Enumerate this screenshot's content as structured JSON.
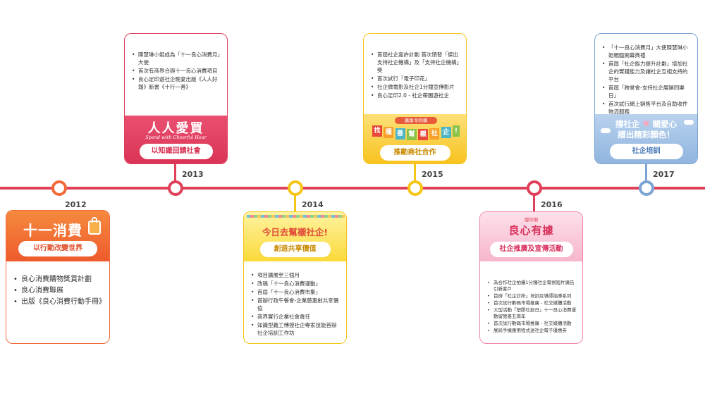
{
  "entries": [
    {
      "year": "2012",
      "logo": "十一消費",
      "subtitle": "以行動改變世界",
      "items": [
        "良心消費購物獎賞計劃",
        "良心消費聯展",
        "出版《良心消費行動手冊》"
      ],
      "color": "#f26a3a"
    },
    {
      "year": "2013",
      "logo": "人人愛買",
      "logo_sub": "Spend with Cheerful Hear",
      "subtitle": "以知識回饋社會",
      "items": [
        "陳慧琳小姐成為「十一良心消費月」大使",
        "首次有商界合辦十一良心消費項目",
        "良心足印遊社企晚宴出版《人人好報》新書《十行一善》"
      ],
      "color": "#e0405a"
    },
    {
      "year": "2014",
      "logo": "今日去幫襯社企!",
      "subtitle": "創造共享價值",
      "items": [
        "項目擴展至三個月",
        "改稱「十一良心消費運動」",
        "首屆「十一良心消費市集」",
        "首辦行政午餐會-企業慈惠創共享價值",
        "商界實行企業社會責任",
        "知識型義工傳授社企專家技能首辦社企培訓工作坊"
      ],
      "color": "#f5c518"
    },
    {
      "year": "2015",
      "logo_tag": "廣角令同偶",
      "logo": [
        "找",
        "種",
        "善",
        "幫",
        "襯",
        "社",
        "企",
        "!"
      ],
      "subtitle": "推動商社合作",
      "items": [
        "首屆社企嘉許計劃 首次頒發「傑出支持社企機構」及「支持社企機構」獎",
        "首次試行「電子印花」",
        "社企微電影及社企1分鐘宣傳影片",
        "良心足印2.0 - 社企帶團遊社企"
      ],
      "color": "#f5c518"
    },
    {
      "year": "2016",
      "logo_tag": "撐你啲",
      "logo": "良心有據",
      "subtitle": "社企推廣及宣傳活動",
      "items": [
        "為合作社企拍攝1分鐘社企電視短片廣告引新客戶",
        "首辦「社企診所」培訓及導師指導系列",
        "首次試行數碼市場推廣 - 社交媒體活動",
        "大型活動「塑膠社創日」十一良心消費運動留營產五周年",
        "首次試行數碼市場推廣 - 社交媒體活動",
        "展局手機應用程式送社企電子優惠券"
      ],
      "color": "#e0405a"
    },
    {
      "year": "2017",
      "logo": [
        "撐社企",
        "關愛心",
        "譜出精彩顏色！"
      ],
      "subtitle": "社企培訓",
      "items": [
        "「十一良心消費月」大使陳慧琳小姐親臨開幕典禮",
        "首屆「社企能力提升計劃」增加社企的實踐能力及讓社企互相支持的平台",
        "首屆「跨堂會-支持社企展銷同樂日」",
        "首次試行網上銷售平台及自助收件物流服務"
      ],
      "color": "#7ba4d4"
    }
  ]
}
